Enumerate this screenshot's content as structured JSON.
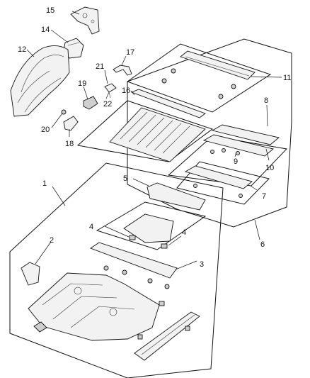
{
  "diagram": {
    "callouts": {
      "c1": "1",
      "c2": "2",
      "c3": "3",
      "c4a": "4",
      "c4b": "4",
      "c5": "5",
      "c6": "6",
      "c7": "7",
      "c8": "8",
      "c9": "9",
      "c10": "10",
      "c11": "11",
      "c12": "12",
      "c14": "14",
      "c15": "15",
      "c16": "16",
      "c17": "17",
      "c18": "18",
      "c19": "19",
      "c20": "20",
      "c21": "21",
      "c22": "22"
    }
  }
}
